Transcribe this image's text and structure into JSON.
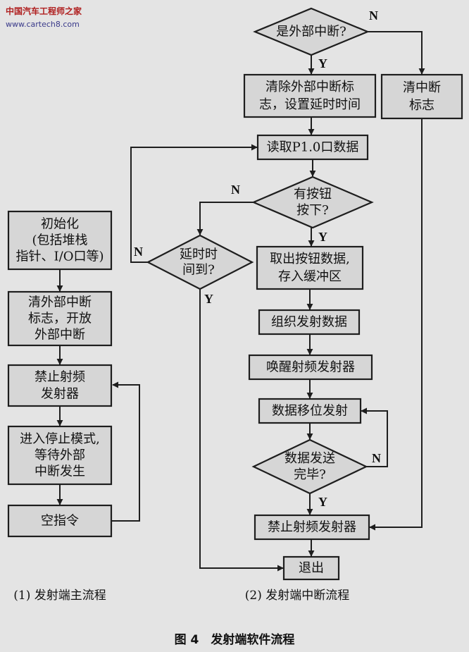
{
  "watermark": {
    "name": "中国汽车工程师之家",
    "url": "www.cartech8.com"
  },
  "left_flow": {
    "init": [
      "初始化",
      "(包括堆栈",
      "指针、I/O口等)"
    ],
    "clear_ext": [
      "清外部中断",
      "标志，开放",
      "外部中断"
    ],
    "disable_rf": [
      "禁止射频",
      "发射器"
    ],
    "stop_mode": [
      "进入停止模式,",
      "等待外部",
      "中断发生"
    ],
    "nop": [
      "空指令"
    ],
    "caption": "(1) 发射端主流程"
  },
  "right_flow": {
    "is_ext_int": [
      "是外部中断?"
    ],
    "clear_flag_delay": [
      "清除外部中断标",
      "志，设置延时时间"
    ],
    "clear_int_flag": [
      "清中断",
      "标志"
    ],
    "read_p10": [
      "读取P1.0口数据"
    ],
    "key_pressed": [
      "有按钮",
      "按下?"
    ],
    "delay_up": [
      "延时时",
      "间到?"
    ],
    "fetch_key": [
      "取出按钮数据,",
      "存入缓冲区"
    ],
    "organize": [
      "组织发射数据"
    ],
    "wake_rf": [
      "唤醒射频发射器"
    ],
    "shift_send": [
      "数据移位发射"
    ],
    "send_done": [
      "数据发送",
      "完毕?"
    ],
    "disable_rf": [
      "禁止射频发射器"
    ],
    "exit": [
      "退出"
    ],
    "caption": "(2) 发射端中断流程"
  },
  "labels": {
    "yes": "Y",
    "no": "N"
  },
  "figure_caption": "图 4　发射端软件流程"
}
